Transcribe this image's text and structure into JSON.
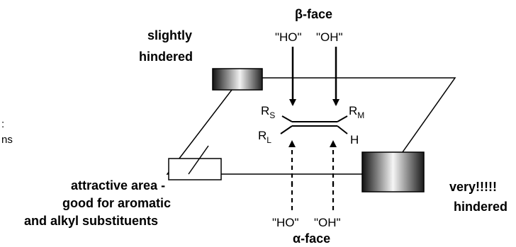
{
  "faces": {
    "beta": {
      "symbol": "β",
      "suffix": "-face"
    },
    "alpha": {
      "symbol": "α",
      "suffix": "-face"
    }
  },
  "reagents": {
    "top_left": "\"HO\"",
    "top_right": "\"OH\"",
    "bottom_left": "\"HO\"",
    "bottom_right": "\"OH\""
  },
  "regions": {
    "slightly_hindered": {
      "line1": "slightly",
      "line2": "hindered"
    },
    "very_hindered": {
      "line1": "very!!!!!",
      "line2": "hindered"
    },
    "attractive": {
      "line1": "attractive area -",
      "line2": "good for aromatic",
      "line3": "and alkyl substituents"
    }
  },
  "substituents": {
    "top_left": {
      "main": "R",
      "sub": "S"
    },
    "top_right": {
      "main": "R",
      "sub": "M"
    },
    "bottom_left": {
      "main": "R",
      "sub": "L"
    },
    "bottom_right": {
      "main": "H"
    }
  },
  "clipped_left_text": {
    "line1": ":",
    "line2": "ns"
  },
  "colors": {
    "ink": "#000000",
    "block_dark": "#111111",
    "block_light": "#ffffff"
  }
}
